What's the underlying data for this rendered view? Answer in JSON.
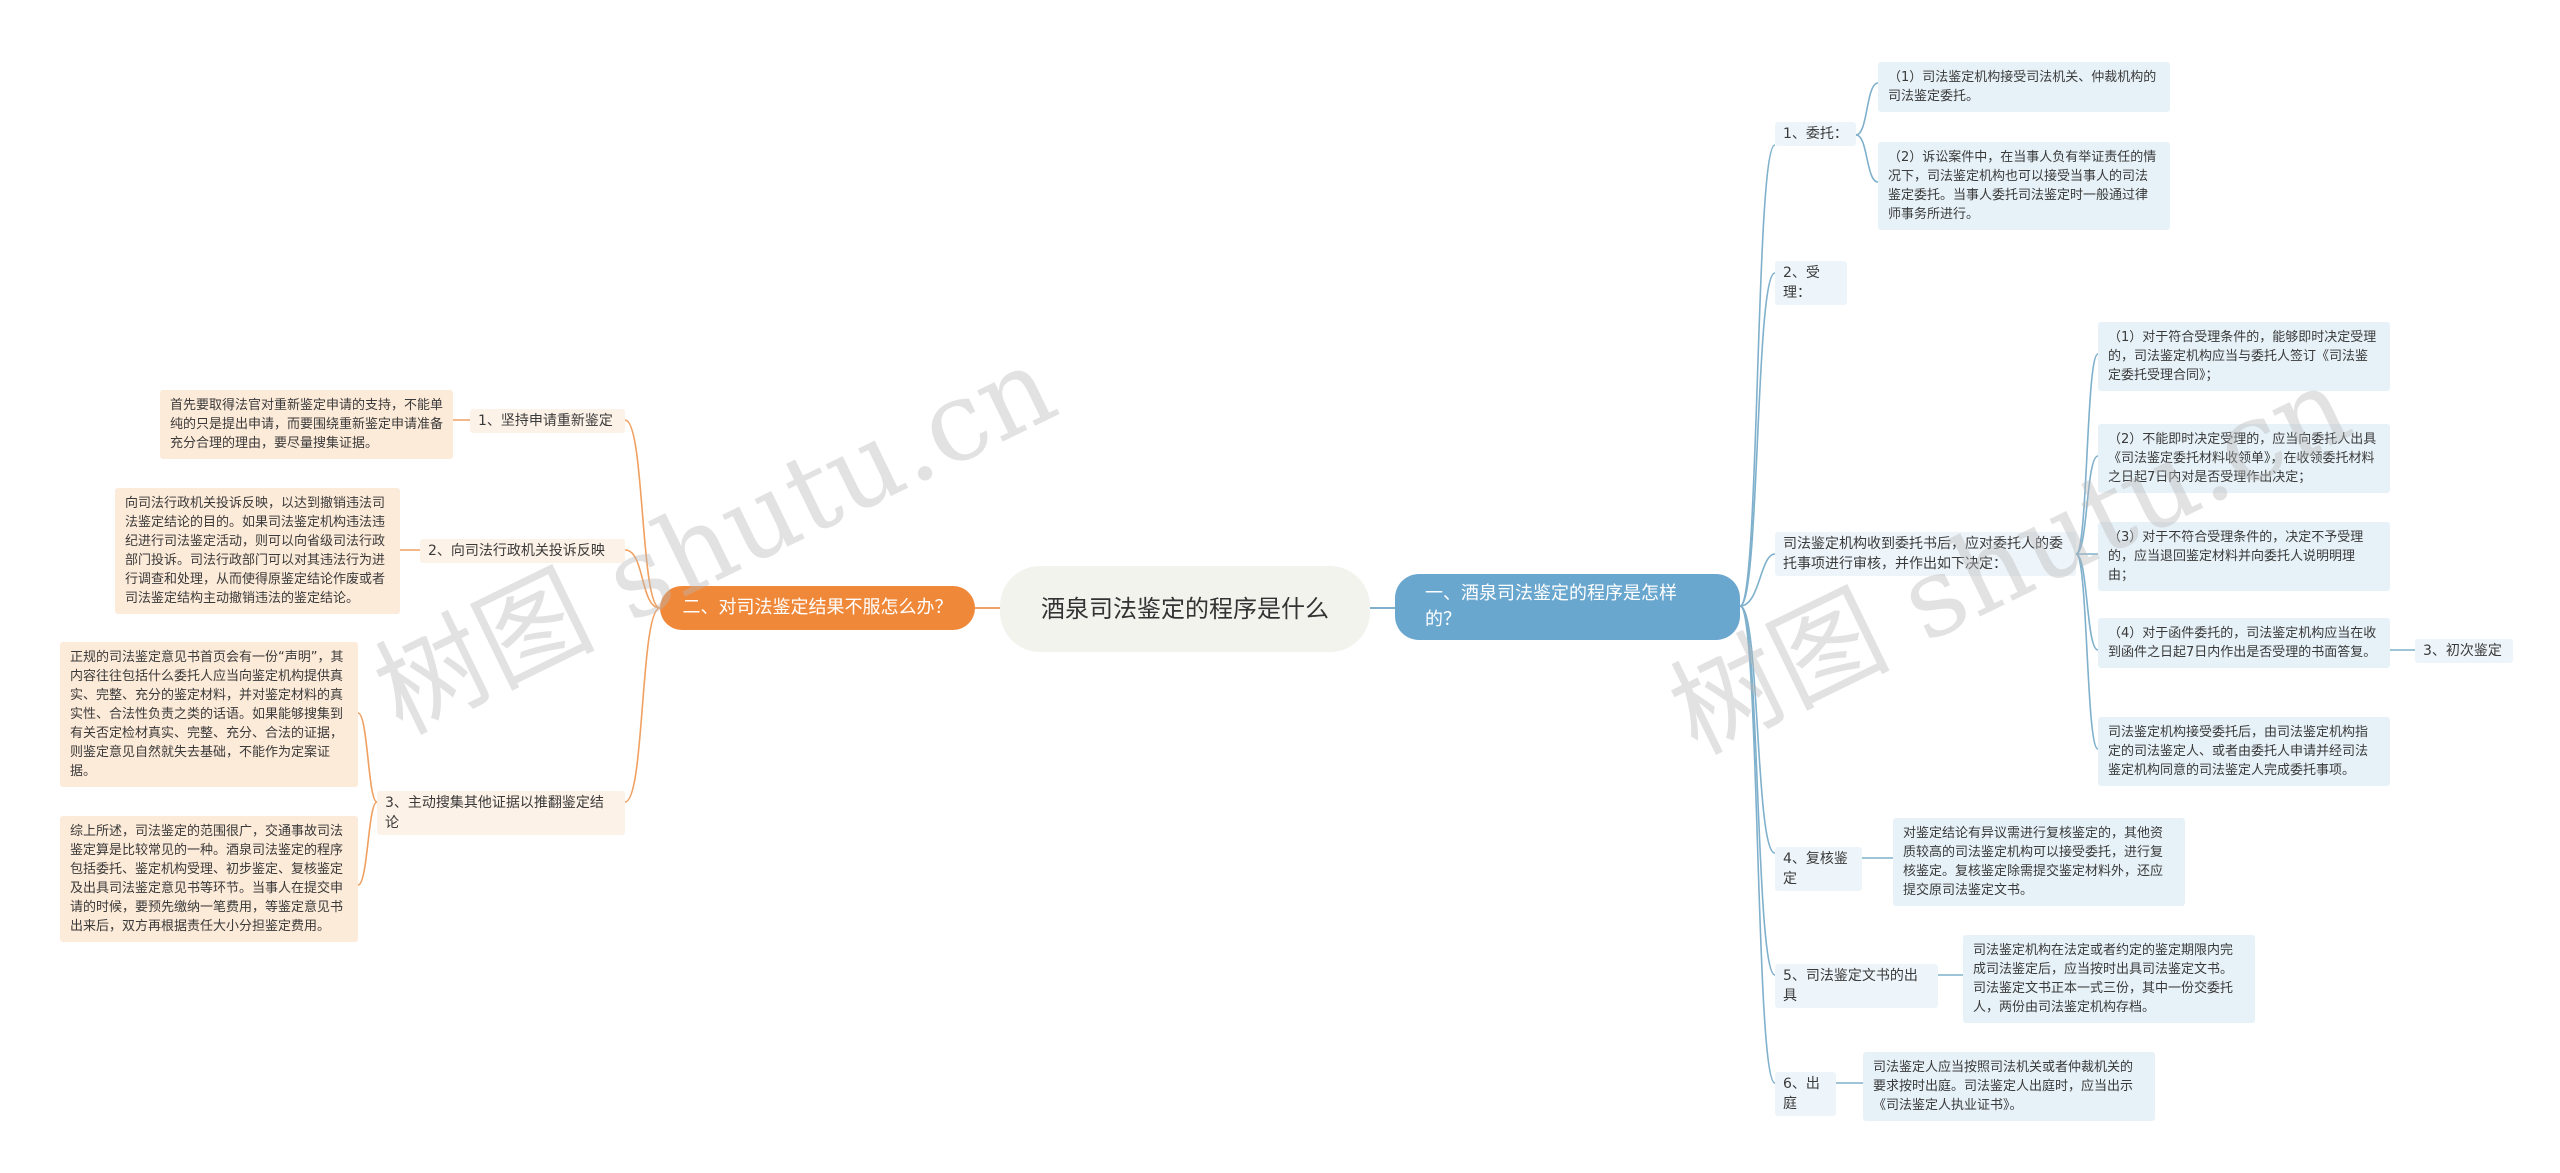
{
  "watermarks": [
    "树图 shutu.cn",
    "树图 shutu.cn"
  ],
  "root": "酒泉司法鉴定的程序是什么",
  "right": {
    "title": "一、酒泉司法鉴定的程序是怎样的？",
    "entrust": {
      "label": "1、委托：",
      "items": [
        "（1）司法鉴定机构接受司法机关、仲裁机构的司法鉴定委托。",
        "（2）诉讼案件中，在当事人负有举证责任的情况下，司法鉴定机构也可以接受当事人的司法鉴定委托。当事人委托司法鉴定时一般通过律师事务所进行。"
      ]
    },
    "accept": {
      "label": "2、受理：",
      "sub_label": "司法鉴定机构收到委托书后，应对委托人的委托事项进行审核，并作出如下决定：",
      "items": [
        "（1）对于符合受理条件的，能够即时决定受理的，司法鉴定机构应当与委托人签订《司法鉴定委托受理合同》；",
        "（2）不能即时决定受理的，应当向委托人出具《司法鉴定委托材料收领单》，在收领委托材料之日起7日内对是否受理作出决定；",
        "（3）对于不符合受理条件的，决定不予受理的，应当退回鉴定材料并向委托人说明明理由；",
        "（4）对于函件委托的，司法鉴定机构应当在收到函件之日起7日内作出是否受理的书面答复。",
        "司法鉴定机构接受委托后，由司法鉴定机构指定的司法鉴定人、或者由委托人申请并经司法鉴定机构同意的司法鉴定人完成委托事项。"
      ],
      "initial": "3、初次鉴定"
    },
    "review": {
      "label": "4、复核鉴定",
      "text": "对鉴定结论有异议需进行复核鉴定的，其他资质较高的司法鉴定机构可以接受委托，进行复核鉴定。复核鉴定除需提交鉴定材料外，还应提交原司法鉴定文书。"
    },
    "issue": {
      "label": "5、司法鉴定文书的出具",
      "text": "司法鉴定机构在法定或者约定的鉴定期限内完成司法鉴定后，应当按时出具司法鉴定文书。司法鉴定文书正本一式三份，其中一份交委托人，两份由司法鉴定机构存档。"
    },
    "court": {
      "label": "6、出庭",
      "text": "司法鉴定人应当按照司法机关或者仲裁机关的要求按时出庭。司法鉴定人出庭时，应当出示《司法鉴定人执业证书》。"
    }
  },
  "left": {
    "title": "二、对司法鉴定结果不服怎么办？",
    "items": [
      {
        "label": "1、坚持申请重新鉴定",
        "texts": [
          "首先要取得法官对重新鉴定申请的支持，不能单纯的只是提出申请，而要围绕重新鉴定申请准备充分合理的理由，要尽量搜集证据。"
        ]
      },
      {
        "label": "2、向司法行政机关投诉反映",
        "texts": [
          "向司法行政机关投诉反映，以达到撤销违法司法鉴定结论的目的。如果司法鉴定机构违法违纪进行司法鉴定活动，则可以向省级司法行政部门投诉。司法行政部门可以对其违法行为进行调查和处理，从而使得原鉴定结论作废或者司法鉴定结构主动撤销违法的鉴定结论。"
        ]
      },
      {
        "label": "3、主动搜集其他证据以推翻鉴定结论",
        "texts": [
          "正规的司法鉴定意见书首页会有一份“声明”，其内容往往包括什么委托人应当向鉴定机构提供真实、完整、充分的鉴定材料，并对鉴定材料的真实性、合法性负责之类的话语。如果能够搜集到有关否定检材真实、完整、充分、合法的证据，则鉴定意见自然就失去基础，不能作为定案证据。",
          "综上所述，司法鉴定的范围很广，交通事故司法鉴定算是比较常见的一种。酒泉司法鉴定的程序包括委托、鉴定机构受理、初步鉴定、复核鉴定及出具司法鉴定意见书等环节。当事人在提交申请的时候，要预先缴纳一笔费用，等鉴定意见书出来后，双方再根据责任大小分担鉴定费用。"
        ]
      }
    ]
  },
  "colors": {
    "right_branch": "#6aa7cf",
    "left_branch": "#f0883a",
    "right_line": "#7fb0cc",
    "left_line": "#f0a060"
  }
}
